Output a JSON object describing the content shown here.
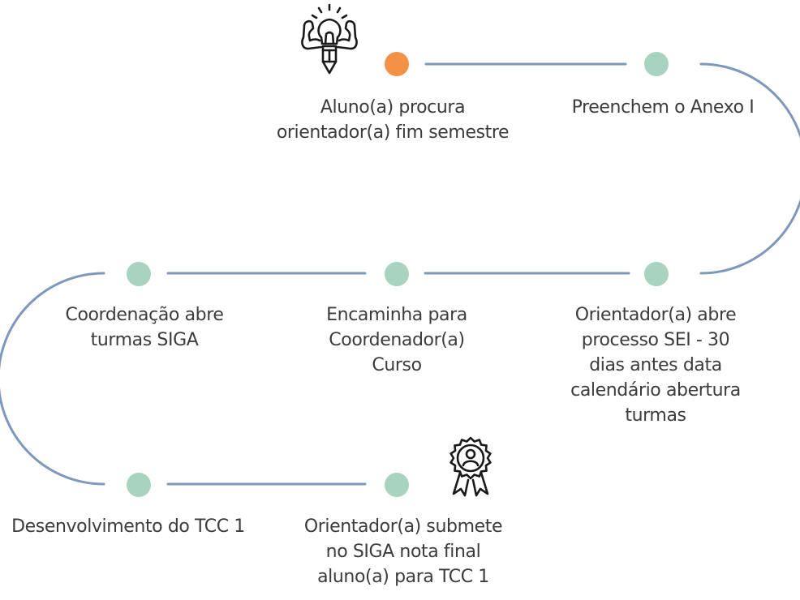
{
  "steps": [
    {
      "id": "s1",
      "lines": [
        "Aluno(a) procura",
        "orientador(a) fim semestre"
      ],
      "highlight": true
    },
    {
      "id": "s2",
      "lines": [
        "Preenchem o Anexo I"
      ]
    },
    {
      "id": "s3",
      "lines": [
        "Orientador(a) abre",
        "processo SEI  - 30",
        "dias antes data",
        "calendário abertura",
        "turmas"
      ]
    },
    {
      "id": "s4",
      "lines": [
        "Encaminha para",
        "Coordenador(a)",
        "Curso"
      ]
    },
    {
      "id": "s5",
      "lines": [
        "Coordenação abre",
        "turmas SIGA"
      ]
    },
    {
      "id": "s6",
      "lines": [
        "Desenvolvimento do TCC 1"
      ]
    },
    {
      "id": "s7",
      "lines": [
        "Orientador(a) submete",
        "no SIGA nota final",
        "aluno(a) para TCC 1"
      ]
    }
  ],
  "icons": {
    "start": "idea-lightbulb-icon",
    "end": "award-badge-icon"
  },
  "colors": {
    "line": "#7d98bd",
    "node": "#a7d3bf",
    "start_node": "#f39147",
    "text": "#3c3c3c",
    "icon": "#1a1a1a"
  }
}
